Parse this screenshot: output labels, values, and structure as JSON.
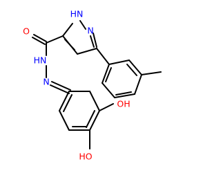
{
  "molecule": {
    "labels": {
      "carbonyl_o": "O",
      "nh_amide": "HN",
      "n_imine": "N",
      "n_pyrazole_h": "HN",
      "n_pyrazole": "N",
      "oh_ortho": "OH",
      "oh_para": "HO"
    },
    "colors": {
      "bond": "#000000",
      "oxygen": "#ff0000",
      "nitrogen": "#0000ff",
      "background": "#ffffff"
    }
  }
}
